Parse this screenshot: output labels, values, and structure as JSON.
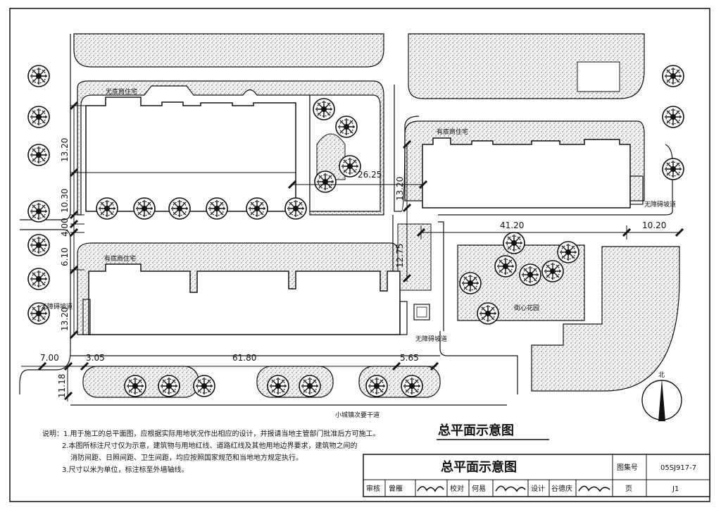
{
  "drawing": {
    "title": "总平面示意图",
    "labels": {
      "bldg_a": "无底商住宅",
      "bldg_b": "有底商住宅",
      "bldg_c": "有底商住宅",
      "ramp_a": "无障碍坡道",
      "ramp_b": "无障碍坡道",
      "ramp_c": "无障碍坡道",
      "garden": "街心花园",
      "road": "小城镇次要干道",
      "north": "北"
    },
    "dimensions": {
      "d_13_20_a": "13.20",
      "d_10_30": "10.30",
      "d_4_00": "4.00",
      "d_6_10": "6.10",
      "d_13_20_b": "13.20",
      "d_7_00": "7.00",
      "d_3_05": "3.05",
      "d_61_80": "61.80",
      "d_5_65": "5.65",
      "d_11_18": "11.18",
      "d_26_25": "26.25",
      "d_13_20_c": "13.20",
      "d_12_75": "12.75",
      "d_41_20": "41.20",
      "d_10_20": "10.20"
    }
  },
  "notes": {
    "line1": "说明：1.用于施工的总平面图，应根据实际用地状况作出相应的设计，并报请当地主管部门批准后方可施工。",
    "line2": "2.本图所标注尺寸仅为示意，建筑物与用地红线、道路红线及其他用地边界要求，建筑物之间的",
    "line3": "消防间距、日照间距、卫生间距，均应按照国家规范和当地地方规定执行。",
    "line4": "3.尺寸以米为单位，标注标至外墙轴线。"
  },
  "title_block": {
    "title": "总平面示意图",
    "atlas_label": "图集号",
    "atlas_no": "05SJ917-7",
    "review_label": "审核",
    "review_name": "曾雁",
    "check_label": "校对",
    "check_name": "何易",
    "design_label": "设计",
    "design_name": "谷德庆",
    "page_label": "页",
    "page_no": "J1"
  }
}
